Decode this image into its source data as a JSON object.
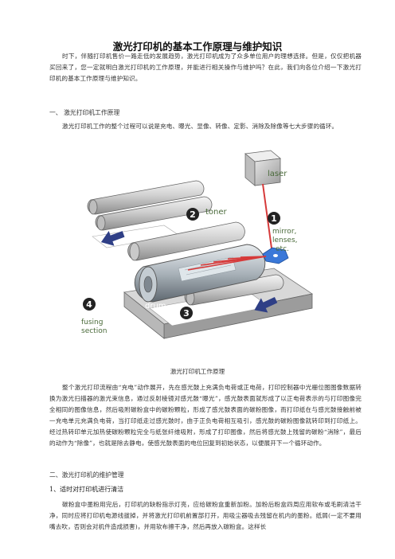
{
  "title": "激光打印机的基本工作原理与维护知识",
  "intro": "时下，伴随打印机售价一路走低的发展趋势，激光打印机成为了众多单位用户的理想选择。但是，仅仅把机器买回来了，您一定就明白激光打印机的工作原理，并能进行相关操作与维护吗？在此，我们向各位介绍一下激光打印机的基本工作原理与维护知识。",
  "section1_heading": "一、 激光打印机工作原理",
  "section1_para": "激光打印机工作的整个过程可以说是充电、曝光、显像、转像、定影、消除及除像等七大步骤的循环。",
  "diagram": {
    "laser_label": "laser",
    "toner_label": "toner",
    "mirror_label_1": "mirror,",
    "mirror_label_2": "lenses,",
    "mirror_label_3": "etc.",
    "drum_label": "drum",
    "fusing_label_1": "fusing",
    "fusing_label_2": "section",
    "num1": "1",
    "num2": "2",
    "num3": "3",
    "num4": "4"
  },
  "caption": "激光打印机工作原理",
  "process_para": "整个激光打印流程由“充电”动作展开，先在感光鼓上充满负电荷或正电荷，打印控制器中光栅位图图像数据转换为激光扫描器的激光束信息，通过反射棱镜对感光鼓“曝光”，感光鼓表面就形成了以正电荷表示的与打印图像完全相同的图像信息，然后吸附碳粉盒中的碳粉颗粒，形成了感光鼓表面的碳粉图像，而打印纸在与感光鼓接触前被一充电单元充满负电荷，当打印纸走过感光鼓时，由于正负电荷相互吸引，感光鼓的碳粉图像就转印到打印纸上。经过热转印单元加热使碳粉颗粒完全与纸张纤维吸附，形成了打印图像，然后将感光鼓上残留的碳粉“消除”，最后的动作为“除像”，也就是除去静电，使感光鼓表面的电位回复到初始状态，以便展开下一个循环动作。",
  "section2_heading": "二、激光打印机的维护管理",
  "section2_sub1": "1、适时对打印机进行清洁",
  "section2_para": "碳粉盒中墨粉用完后，打印机的缺粉指示灯亮，应给碳粉盒重新加粉。加粉后粉盒四周应用软布或毛刷清洁干净，同时应将打印机电源线拔掉，并将激光打印机前置部打开，用吸尘器吸去残留在机内的墨粉。纸屑(一定不要用嘴去吹，否则会对机件造成损害)，并用软布擦干净，然后再放入碳粉盒。这样长"
}
